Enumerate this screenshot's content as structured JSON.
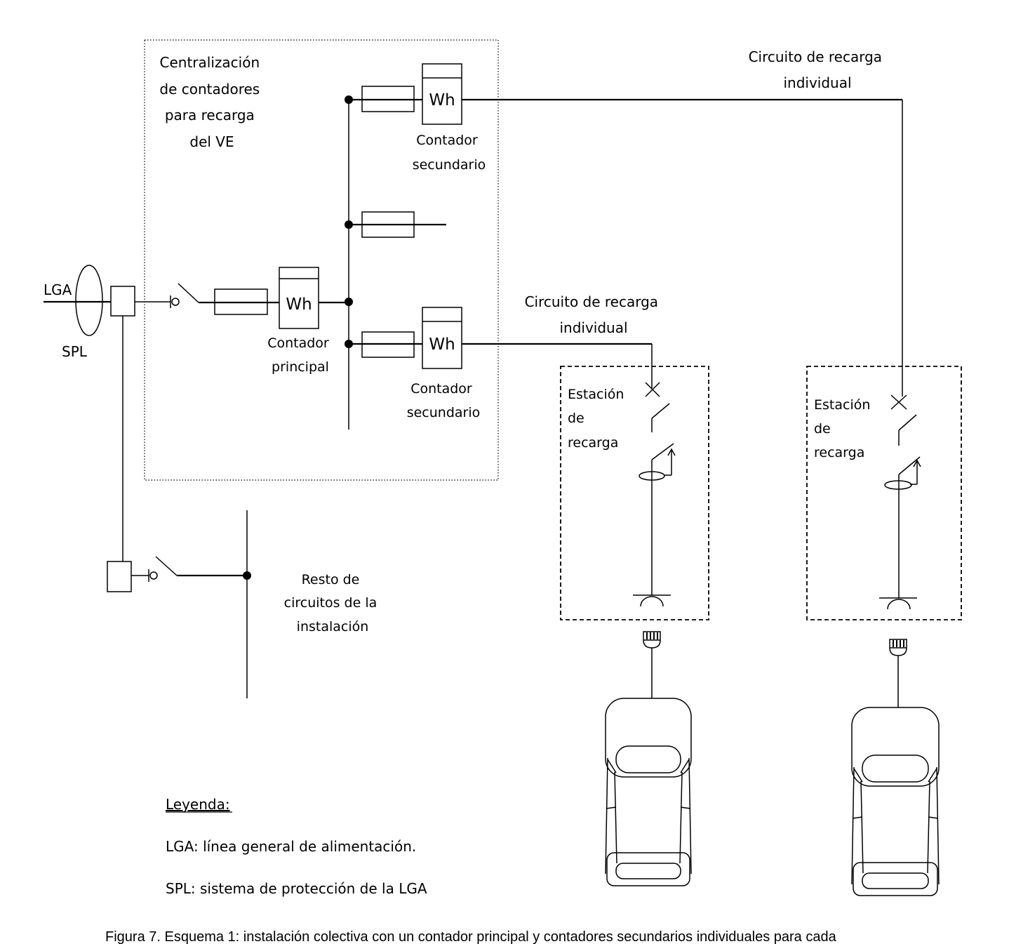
{
  "labels": {
    "lga": "LGA",
    "spl": "SPL",
    "centralization": [
      "Centralización",
      "de contadores",
      "para recarga",
      "del VE"
    ],
    "wh": "Wh",
    "main_meter": [
      "Contador",
      "principal"
    ],
    "secondary_meter_top": [
      "Contador",
      "secundario"
    ],
    "secondary_meter_bottom": [
      "Contador",
      "secundario"
    ],
    "circuit_top": [
      "Circuito de recarga",
      "individual"
    ],
    "circuit_mid": [
      "Circuito de recarga",
      "individual"
    ],
    "station_1": [
      "Estación",
      "de",
      "recarga"
    ],
    "station_2": [
      "Estación",
      "de",
      "recarga"
    ],
    "rest_circuits": [
      "Resto de",
      "circuitos de la",
      "instalación"
    ]
  },
  "legend": {
    "title": "Leyenda:",
    "items": [
      "LGA: línea general de alimentación.",
      "SPL: sistema de protección de la LGA"
    ]
  },
  "caption": "Figura 7. Esquema 1: instalación colectiva con un contador principal y contadores secundarios individuales para cada"
}
